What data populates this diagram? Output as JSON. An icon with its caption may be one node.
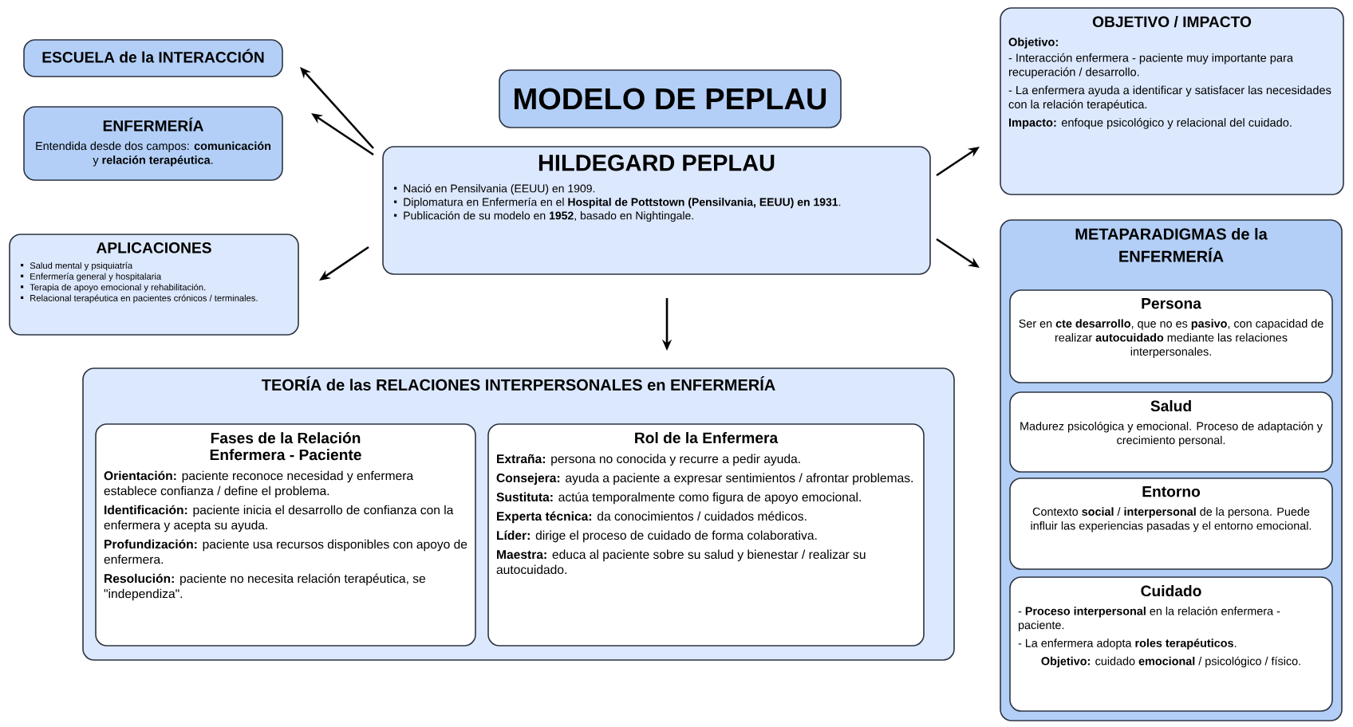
{
  "diagram": {
    "nodes": [
      {
        "text": [
          "MODELO DE PEPLAU"
        ]
      },
      {
        "text": [
          "HILDEGARD PEPLAU",
          "Nació en Pensilvania (EEUU) en 1909.",
          "Diplomatura en Enfermería en el **Hospital de Pottstown (Pensilvania, EEUU) en 1931**.",
          "Publicación de su modelo en **1952**, basado en Nightingale."
        ]
      },
      {
        "text": [
          "ESCUELA de la INTERACCIÓN"
        ]
      },
      {
        "text": [
          "ENFERMERÍA",
          "Entendida desde dos campos: **comunicación** y **relación terapéutica**."
        ]
      },
      {
        "text": [
          "APLICACIONES",
          "Salud mental y psiquiatría",
          "Enfermería general y hospitalaria",
          "Terapia de apoyo emocional y rehabilitación.",
          "Relacional terapéutica en pacientes crónicos / terminales."
        ]
      },
      {
        "text": [
          "OBJETIVO / IMPACTO",
          "Objetivo:",
          "- Interacción enfermera - paciente muy importante para recuperación / desarrollo.",
          "- La enfermera ayuda a identificar y satisfacer las necesidades con la relación terapéutica.",
          "**Impacto:** enfoque psicológico y relacional del cuidado."
        ]
      },
      {
        "text": [
          "METAPARADIGMAS de la ENFERMERÍA"
        ]
      },
      {
        "text": [
          "Persona",
          "Ser en **cte desarrollo**, que no es **pasivo**, con capacidad de realizar **autocuidado** mediante las relaciones interpersonales."
        ],
        "in": 6
      },
      {
        "text": [
          "Salud",
          "Madurez psicológica y emocional. Proceso de adaptación y crecimiento personal."
        ],
        "in": 6
      },
      {
        "text": [
          "Entorno",
          "Contexto **social** / **interpersonal** de la persona. Puede influir las experiencias pasadas y el entorno emocional."
        ],
        "in": 6
      },
      {
        "text": [
          "Cuidado",
          "- **Proceso interpersonal** en la relación enfermera - paciente.",
          "- La enfermera adopta **roles terapéuticos**.",
          "**Objetivo:** cuidado **emocional** / psicológico / físico."
        ],
        "in": 6
      },
      {
        "text": [
          "TEORÍA de las RELACIONES INTERPERSONALES en ENFERMERÍA"
        ]
      },
      {
        "text": [
          "Fases de la Relación Enfermera - Paciente",
          "**Orientación:** paciente reconoce necesidad y enfermera establece confianza / define el problema.",
          "**Identificación:** paciente inicia el desarrollo de confianza con la enfermera y acepta su ayuda.",
          "**Profundización:** paciente usa recursos disponibles con apoyo de enfermera.",
          "**Resolución:** paciente no necesita relación terapéutica, se \"independiza\"."
        ],
        "in": 11
      },
      {
        "text": [
          "Rol de la Enfermera",
          "**Extraña:** persona no conocida y recurre a pedir ayuda.",
          "**Consejera:** ayuda a paciente a expresar sentimientos / afrontar problemas.",
          "**Sustituta:** actúa temporalmente como figura de apoyo emocional.",
          "**Experta técnica:** da conocimientos / cuidados médicos.",
          "**Líder:** dirige el proceso de cuidado de forma colaborativa.",
          "**Maestra:** educa al paciente sobre su salud y bienestar / realizar su autocuidado."
        ],
        "in": 11
      }
    ],
    "edges": [
      {
        "from": 1,
        "to": 2,
        "arrow": "to"
      },
      {
        "from": 1,
        "to": 3,
        "arrow": "to"
      },
      {
        "from": 1,
        "to": 4,
        "arrow": "to"
      },
      {
        "from": 1,
        "to": 5,
        "arrow": "to"
      },
      {
        "from": 1,
        "to": 6,
        "arrow": "to"
      },
      {
        "from": 1,
        "to": 11,
        "arrow": "to"
      }
    ]
  }
}
